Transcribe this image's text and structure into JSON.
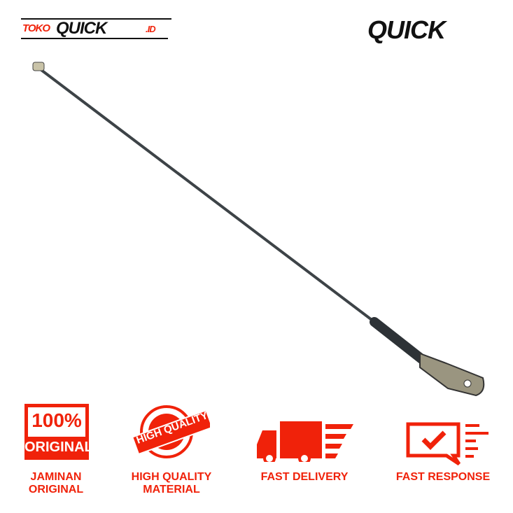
{
  "brand": {
    "left_logo": {
      "prefix": "TOKO",
      "name": "QUICK",
      "suffix": ".ID"
    },
    "right_logo": "QUICK"
  },
  "badges": {
    "original": {
      "icon_line1": "100%",
      "icon_line2": "ORIGINAL",
      "label_line1": "JAMINAN",
      "label_line2": "ORIGINAL"
    },
    "quality": {
      "icon_text": "HIGH QUALITY",
      "label_line1": "HIGH QUALITY",
      "label_line2": "MATERIAL"
    },
    "delivery": {
      "label": "FAST DELIVERY"
    },
    "response": {
      "label": "FAST RESPONSE"
    }
  },
  "colors": {
    "accent": "#f0220a"
  }
}
